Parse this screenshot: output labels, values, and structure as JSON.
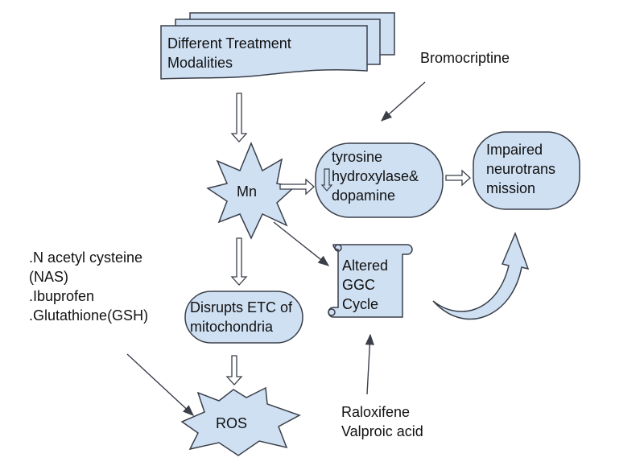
{
  "colors": {
    "fill": "#cfe0f3",
    "stroke": "#3a3f4a",
    "text": "#111111"
  },
  "nodes": {
    "treatment": "Different Treatment\nModalities",
    "mn": "Mn",
    "tyrosine": "tyrosine\nhydroxylase&\ndopamine",
    "impaired": "Impaired\nneurotrans\nmission",
    "altered_ggc": "Altered\nGGC\nCycle",
    "disrupts_etc": "Disrupts ETC of\nmitochondria",
    "ros": "ROS"
  },
  "drugs": {
    "bromocriptine": "Bromocriptine",
    "antioxidants": ".N acetyl cysteine\n(NAS)\n.Ibuprofen\n.Glutathione(GSH)",
    "raloxifene": "Raloxifene\nValproic acid"
  }
}
